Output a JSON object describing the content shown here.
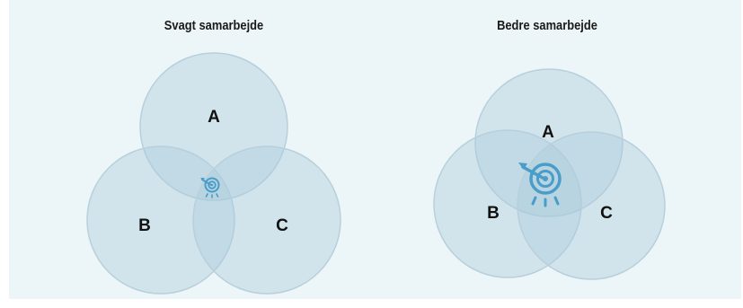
{
  "diagrams": {
    "left": {
      "title": "Svagt samarbejde",
      "labels": {
        "a": "A",
        "b": "B",
        "c": "C"
      }
    },
    "right": {
      "title": "Bedre samarbejde",
      "labels": {
        "a": "A",
        "b": "B",
        "c": "C"
      }
    }
  },
  "colors": {
    "background": "#ecf5f7",
    "circle_fill": "#a9cadb",
    "circle_stroke": "#b7d0dc",
    "target_icon": "#4a9cc9"
  },
  "icons": {
    "left_center": "target-arrow-icon",
    "right_center": "target-arrow-icon"
  }
}
